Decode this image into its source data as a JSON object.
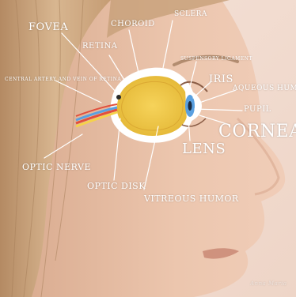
{
  "labels": {
    "fovea": "FOVEA",
    "retina": "RETINA",
    "choroid": "CHOROID",
    "sclera": "SCLERA",
    "suspensory_ligament": "SUSPENSORY LIGAMENT",
    "iris": "IRIS",
    "aqueous_humor": "AQUEOUS HUMOR",
    "pupil": "PUPIL",
    "cornea": "CORNEA",
    "lens": "LENS",
    "central_artery_vein": "CENTRAL ARTERY AND VEIN OF RETINA",
    "optic_nerve": "OPTIC NERVE",
    "optic_disk": "OPTIC DISK",
    "vitreous_humor": "VITREOUS HUMOR"
  },
  "colors": {
    "background": "#f3ddd1",
    "skin": "#e7c2ab",
    "hair": "#c9a27a",
    "eye_fill": "#f0c84a",
    "label_color": "#ffffff",
    "nerve_blue": "#5aa0e0",
    "nerve_red": "#e24f3c",
    "nerve_yellow": "#f5d24a"
  },
  "signature_text": "Anna Maria"
}
